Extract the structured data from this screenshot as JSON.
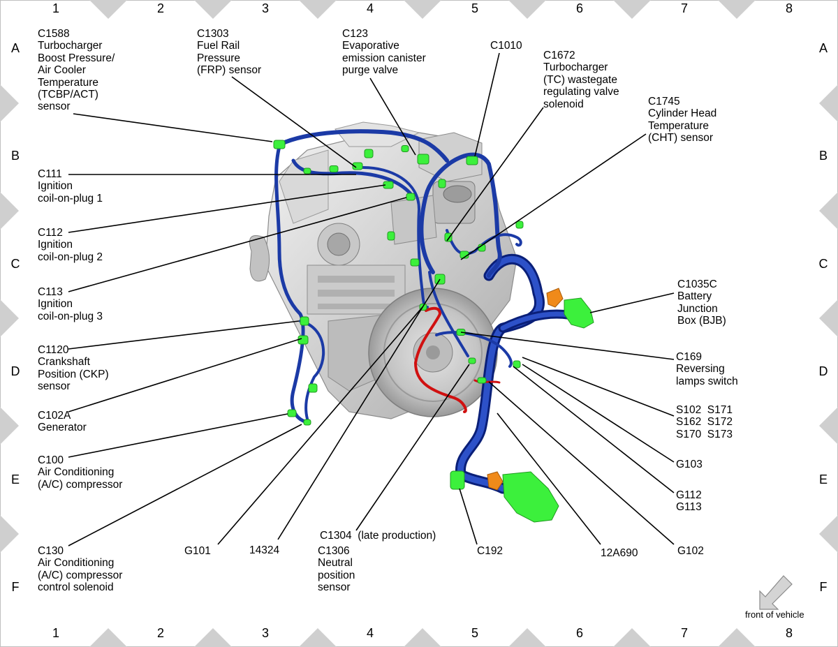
{
  "grid": {
    "columns": [
      "1",
      "2",
      "3",
      "4",
      "5",
      "6",
      "7",
      "8"
    ],
    "rows": [
      "A",
      "B",
      "C",
      "D",
      "E",
      "F"
    ]
  },
  "callouts": {
    "c1588": "C1588\nTurbocharger\nBoost Pressure/\nAir Cooler\nTemperature\n(TCBP/ACT)\nsensor",
    "c1303": "C1303\nFuel Rail\nPressure\n(FRP) sensor",
    "c123": "C123\nEvaporative\nemission canister\npurge valve",
    "c1010": "C1010",
    "c1672": "C1672\nTurbocharger\n(TC) wastegate\nregulating valve\nsolenoid",
    "c1745": "C1745\nCylinder Head\nTemperature\n(CHT) sensor",
    "c111": "C111\nIgnition\ncoil-on-plug 1",
    "c112": "C112\nIgnition\ncoil-on-plug 2",
    "c113": "C113\nIgnition\ncoil-on-plug 3",
    "c1120": "C1120\nCrankshaft\nPosition (CKP)\nsensor",
    "c102a": "C102A\nGenerator",
    "c100": "C100\nAir Conditioning\n(A/C) compressor",
    "c130": "C130\nAir Conditioning\n(A/C) compressor\ncontrol solenoid",
    "g101": "G101",
    "n14324": "14324",
    "c1304": "C1304  (late production)",
    "c1306": "C1306\nNeutral\nposition\nsensor",
    "c192": "C192",
    "n12a690": "12A690",
    "g102": "G102",
    "c1035c": "C1035C\nBattery\nJunction\nBox (BJB)",
    "c169": "C169\nReversing\nlamps switch",
    "splices": "S102  S171\nS162  S172\nS170  S173",
    "g103": "G103",
    "g112": "G112\nG113"
  },
  "front_of_vehicle": "front of vehicle",
  "colors": {
    "harness": "#1f3fa8",
    "harness_dark": "#0a1f78",
    "connector": "#3cf03c",
    "ground_wire": "#d01010",
    "orange_part": "#f08a1a",
    "engine": "#d6d6d6",
    "frame_triangle": "#cfcfcf"
  }
}
